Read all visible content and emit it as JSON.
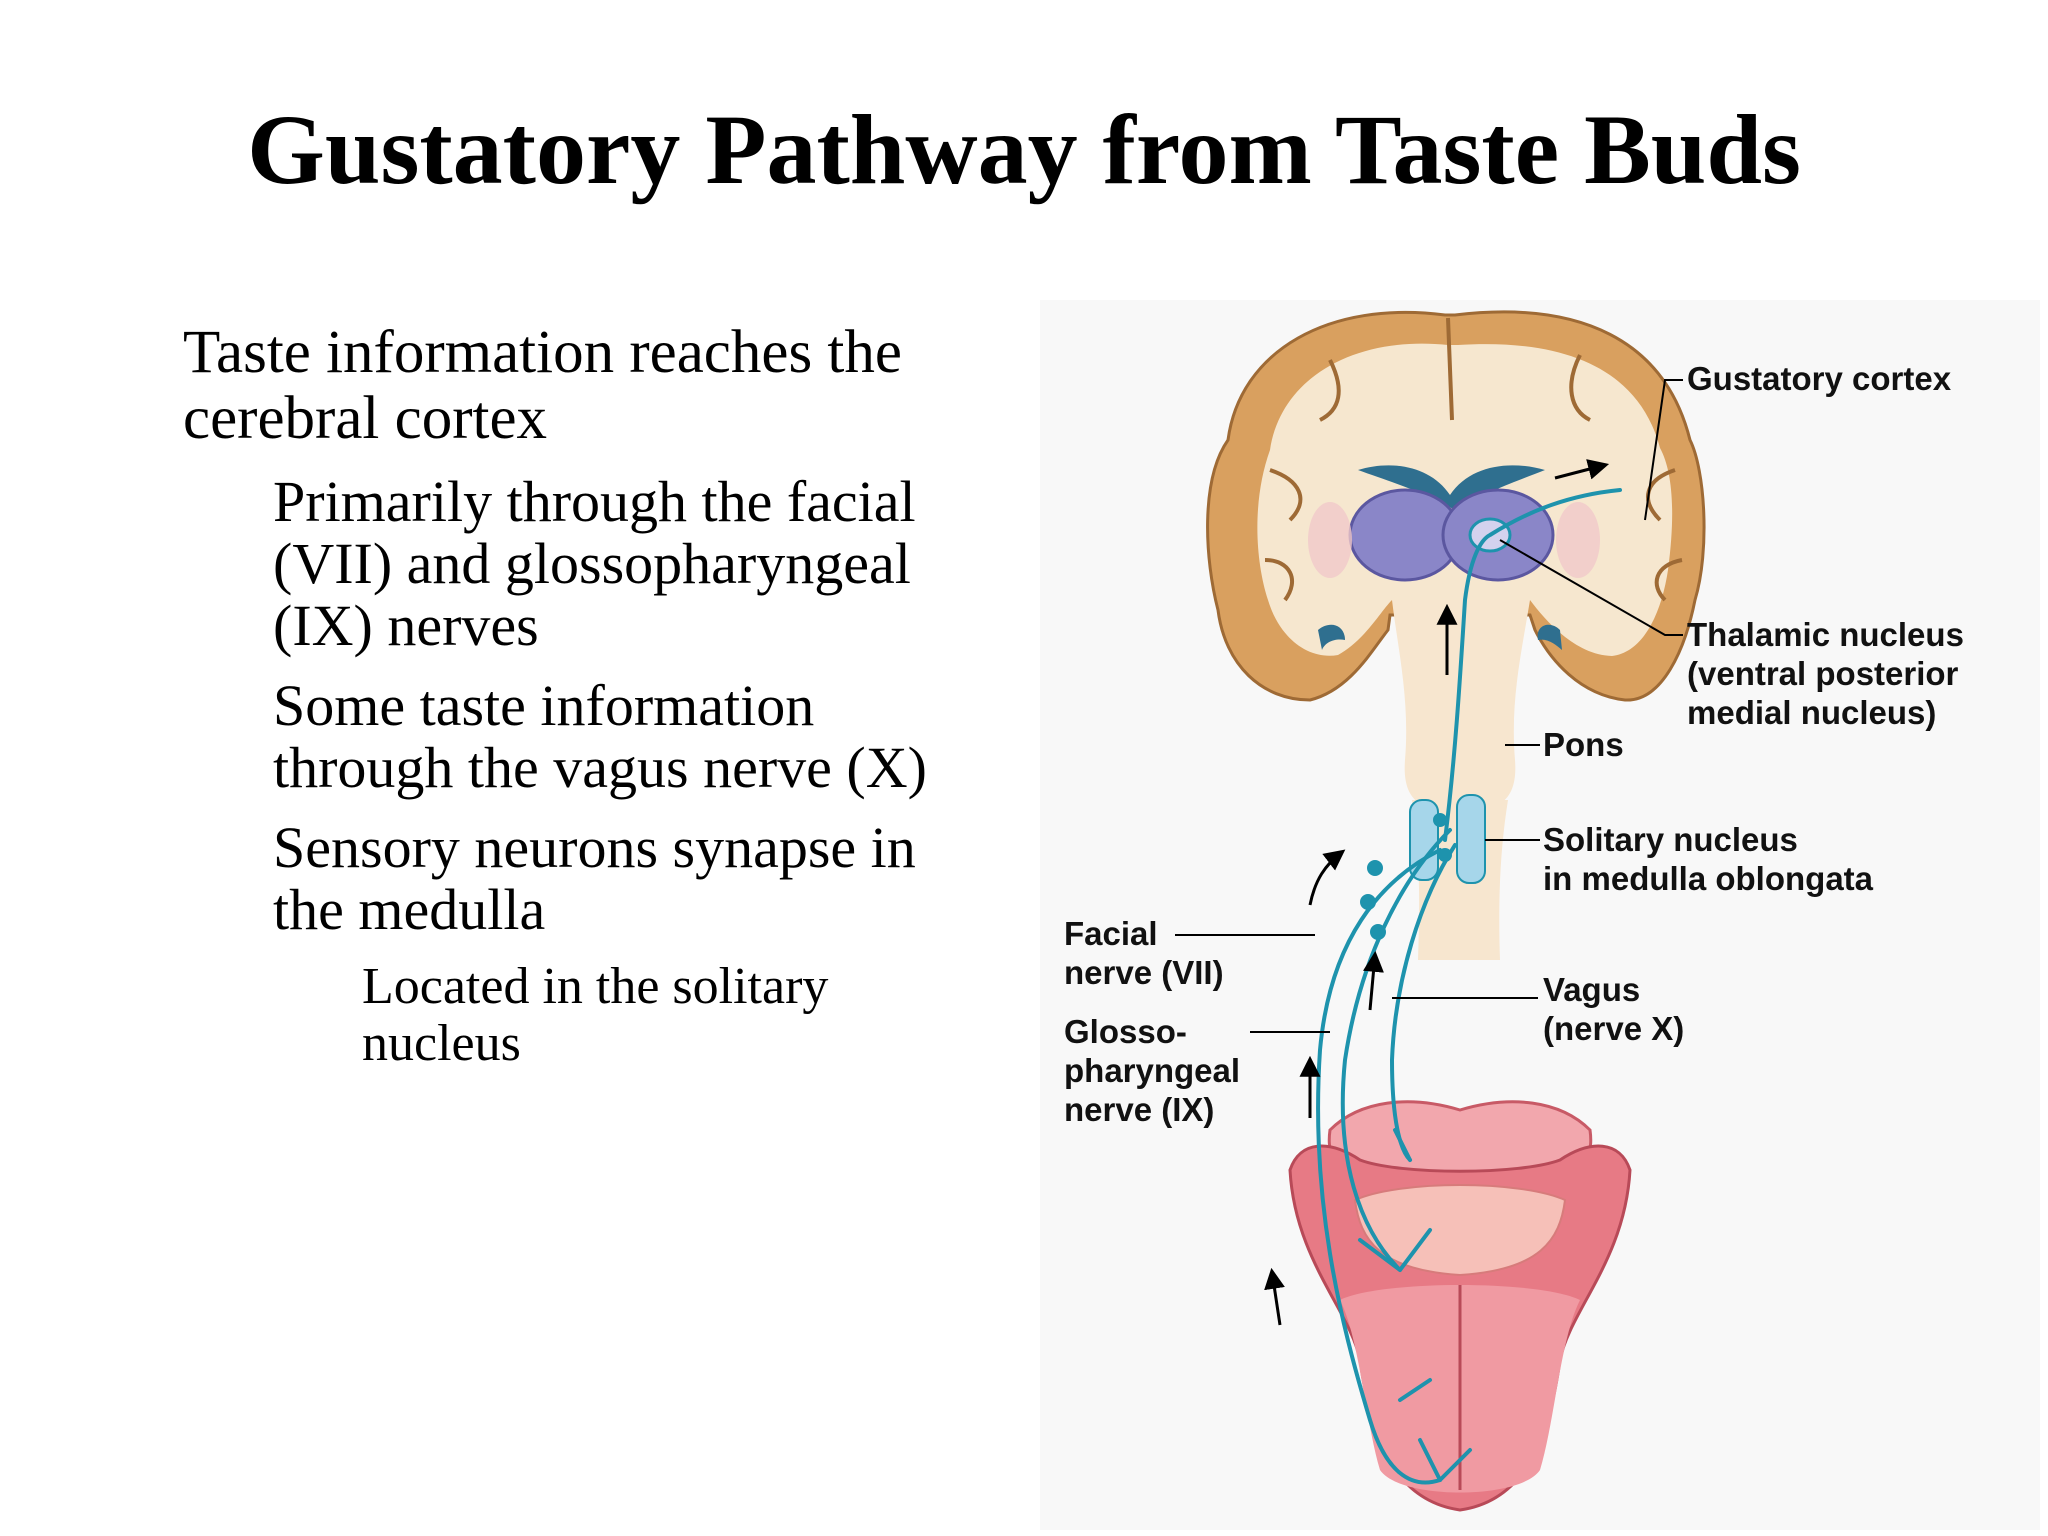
{
  "title": "Gustatory Pathway from Taste Buds",
  "bullets": {
    "main": [
      "Taste information reaches the",
      "cerebral cortex"
    ],
    "sub1": [
      "Primarily through the facial",
      "(VII) and glossopharyngeal",
      "(IX) nerves"
    ],
    "sub2": [
      "Some taste information",
      "through the vagus nerve (X)"
    ],
    "sub3": [
      "Sensory neurons synapse in",
      "the medulla"
    ],
    "subsub": [
      "Located in the solitary",
      "nucleus"
    ]
  },
  "diagram": {
    "labels": {
      "gustatory_cortex": "Gustatory cortex",
      "thalamic_nucleus": [
        "Thalamic nucleus",
        "(ventral posterior",
        "medial nucleus)"
      ],
      "pons": "Pons",
      "solitary_nucleus": [
        "Solitary nucleus",
        "in medulla oblongata"
      ],
      "facial_nerve": [
        "Facial",
        "nerve (VII)"
      ],
      "glossopharyngeal_nerve": [
        "Glosso-",
        "pharyngeal",
        "nerve (IX)"
      ],
      "vagus_nerve": [
        "Vagus",
        "(nerve X)"
      ]
    },
    "colors": {
      "cortex": "#d9a05f",
      "white_matter": "#f6e7cf",
      "brainstem": "#f7e6cf",
      "thalamus": "#8a86c8",
      "ventricle": "#2f6f8f",
      "nerve": "#1e93ad",
      "tongue": "#e77a85",
      "tongue_light": "#f2a7ad"
    }
  }
}
